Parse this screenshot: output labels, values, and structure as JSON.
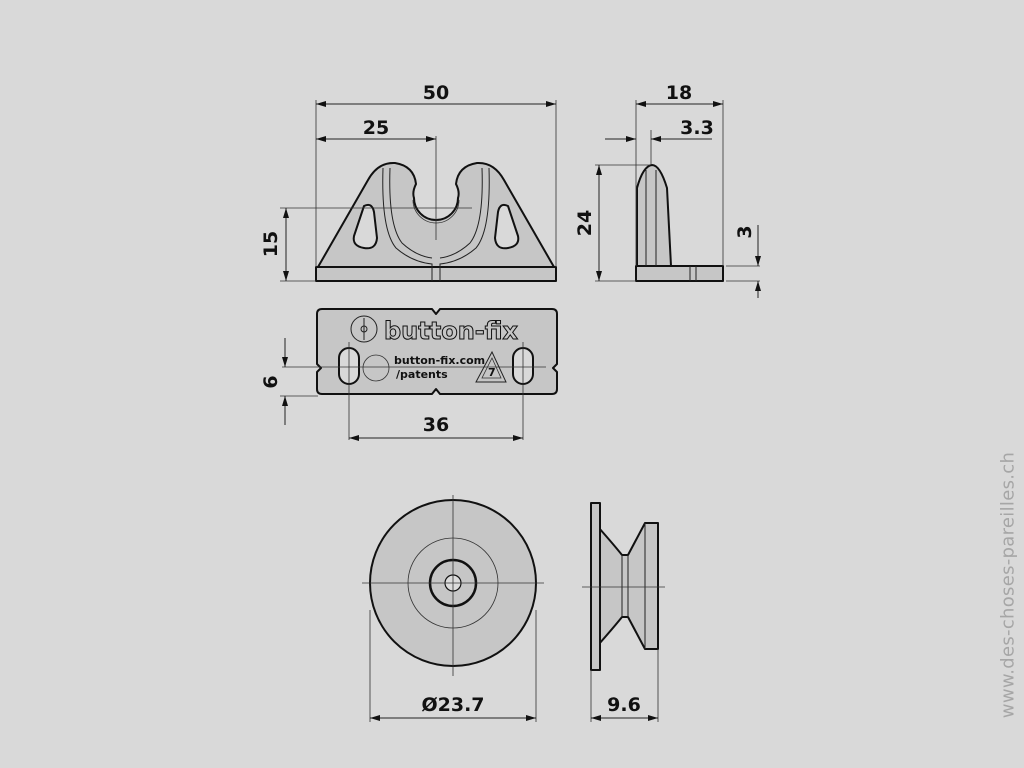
{
  "colors": {
    "background": "#d9d9d9",
    "part_fill": "#c6c6c6",
    "line": "#111111",
    "watermark": "#a6a6a6"
  },
  "views": {
    "front_view": {
      "dimensions": {
        "overall_width": "50",
        "center_offset": "25",
        "hole_height": "15"
      }
    },
    "side_view": {
      "dimensions": {
        "depth": "18",
        "tip_offset": "3.3",
        "height": "24",
        "base_thickness": "3"
      }
    },
    "bottom_view": {
      "dimensions": {
        "slot_height": "6",
        "slot_spacing": "36"
      },
      "logo_text": "button-fix",
      "url_line1": "button-fix.com",
      "url_line2": "/patents",
      "recycle_code": "7"
    },
    "button_front_view": {
      "dimensions": {
        "diameter": "Ø23.7"
      }
    },
    "button_side_view": {
      "dimensions": {
        "thickness": "9.6"
      }
    }
  },
  "watermark": "www.des-choses-pareilles.ch"
}
